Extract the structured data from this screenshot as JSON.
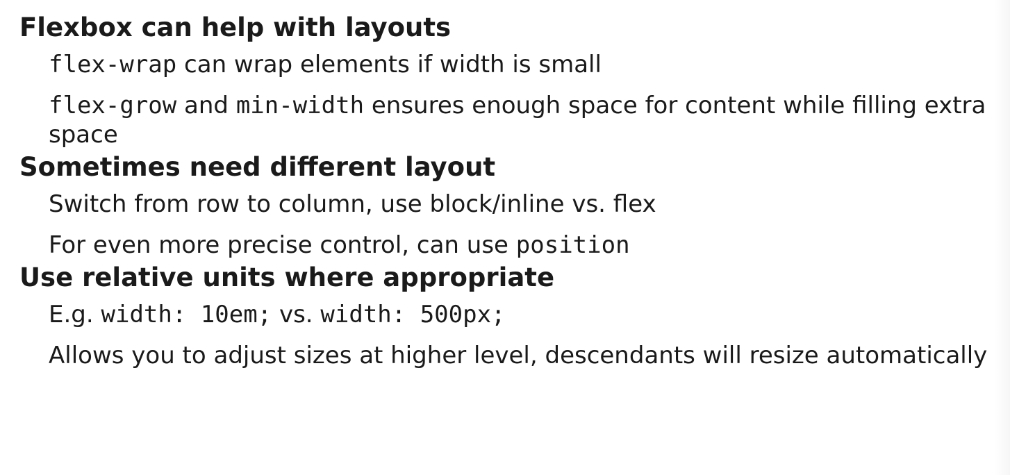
{
  "sections": [
    {
      "heading": "Flexbox can help with layouts",
      "items": [
        {
          "code1": "flex-wrap",
          "text1": " can wrap elements if width is small"
        },
        {
          "code1": "flex-grow",
          "text1": " and ",
          "code2": "min-width",
          "text2": " ensures enough space for content while filling extra space"
        }
      ]
    },
    {
      "heading": "Sometimes need different layout",
      "items": [
        {
          "text1": "Switch from row to column, use block/inline vs. flex"
        },
        {
          "text1": "For even more precise control, can use ",
          "code1": "position"
        }
      ]
    },
    {
      "heading": "Use relative units where appropriate",
      "items": [
        {
          "text1": "E.g. ",
          "code1": "width: 10em;",
          "text2": " vs. ",
          "code2": "width: 500px;"
        },
        {
          "text1": "Allows you to adjust sizes at higher level, descendants will resize automatically"
        }
      ]
    }
  ]
}
